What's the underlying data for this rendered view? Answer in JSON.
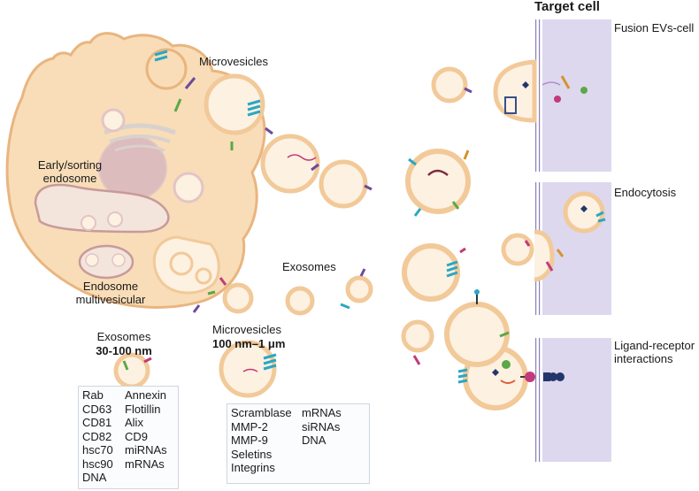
{
  "labels": {
    "target_cell": "Target cell",
    "fusion": "Fusion EVs-cell",
    "endocytosis": "Endocytosis",
    "ligand_line1": "Ligand-receptor",
    "ligand_line2": "interactions",
    "microvesicles_top": "Microvesicles",
    "early_line1": "Early/sorting",
    "early_line2": "endosome",
    "endo_mv_line1": "Endosome",
    "endo_mv_line2": "multivesicular",
    "exosomes_mid": "Exosomes",
    "exosomes_size_line1": "Exosomes",
    "exosomes_size_line2": "30-100 nm",
    "microvesicles_size_line1": "Microvesicles",
    "microvesicles_size_line2": "100 nm–1 μm"
  },
  "exosome_markers": {
    "left": [
      "Rab",
      "CD63",
      "CD81",
      "CD82",
      "hsc70",
      "hsc90",
      "DNA"
    ],
    "right": [
      "Annexin",
      "Flotillin",
      "Alix",
      "CD9",
      "miRNAs",
      "mRNAs"
    ]
  },
  "microvesicle_markers": {
    "left": [
      "Scramblase",
      "MMP-2",
      "MMP-9",
      "Seletins",
      "Integrins"
    ],
    "right": [
      "mRNAs",
      "siRNAs",
      "DNA"
    ]
  },
  "colors": {
    "cell_fill": "#f8ddb8",
    "cell_stroke": "#e9b57f",
    "vesicle_fill": "#fdf1e1",
    "target_fill": "#ddd8ee",
    "membrane": "#8a80b8",
    "teal": "#2aa7c4",
    "magenta": "#c23a7a",
    "purple": "#6d4a9b",
    "green": "#5aa847",
    "navy": "#23356b"
  }
}
